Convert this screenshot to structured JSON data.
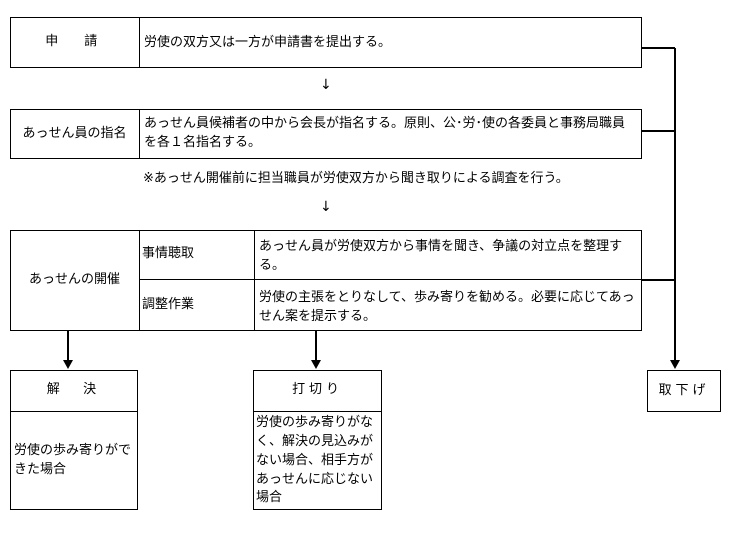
{
  "apply": {
    "label": "申　請",
    "text": "労使の双方又は一方が申請書を提出する。"
  },
  "appoint": {
    "label": "あっせん員の指名",
    "text": "あっせん員候補者の中から会長が指名する。原則、公･労･使の各委員と事務局職員を各１名指名する。",
    "note": "※あっせん開催前に担当職員が労使双方から聞き取りによる調査を行う。"
  },
  "down_arrow": "↓",
  "hold": {
    "label": "あっせんの開催",
    "rows": [
      {
        "label": "事情聴取",
        "text": "あっせん員が労使双方から事情を聞き、争議の対立点を整理する。"
      },
      {
        "label": "調整作業",
        "text": "労使の主張をとりなして、歩み寄りを勧める。必要に応じてあっせん案を提示する。"
      }
    ]
  },
  "outcomes": {
    "resolve": {
      "label": "解　決",
      "text": "労使の歩み寄りができた場合"
    },
    "terminate": {
      "label": "打切り",
      "text": "労使の歩み寄りがなく、解決の見込みがない場合、相手方があっせんに応じない場合"
    },
    "withdraw": {
      "label": "取下げ"
    }
  }
}
